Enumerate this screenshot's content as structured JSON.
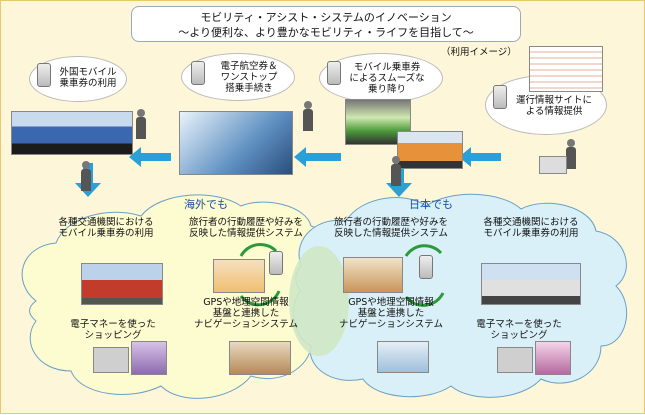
{
  "title": "モビリティ・アシスト・システムのイノベーション\n～より便利な、より豊かなモビリティ・ライフを目指して～",
  "usage_image_label": "（利用イメージ）",
  "flow_bubbles": {
    "overseas_mobile_ticket": "外国モバイル\n乗車券の利用",
    "e_ticket_one_stop": "電子航空券＆\nワンストップ\n搭乗手続き",
    "mobile_ticket_smooth": "モバイル乗車券\nによるスムーズな\n乗り降り",
    "operation_info_site": "運行情報サイトに\nよる情報提供"
  },
  "clouds": {
    "overseas": {
      "label": "海外でも",
      "transit_mobile_ticket": "各種交通機関における\nモバイル乗車券の利用",
      "history_info_system": "旅行者の行動履歴や好みを\n反映した情報提供システム",
      "gps_navigation": "GPSや地理空間情報\n基盤と連携した\nナビゲーションシステム",
      "emoney_shopping": "電子マネーを使った\nショッピング"
    },
    "japan": {
      "label": "日本でも",
      "history_info_system": "旅行者の行動履歴や好みを\n反映した情報提供システム",
      "transit_mobile_ticket": "各種交通機関における\nモバイル乗車券の利用",
      "gps_navigation": "GPSや地理空間情報\n基盤と連携した\nナビゲーションシステム",
      "emoney_shopping": "電子マネーを使った\nショッピング"
    }
  },
  "colors": {
    "frame_bg": "#fdf6d8",
    "cloud_yellow": "#fdfbd0",
    "cloud_blue": "#d9f0f8",
    "overlap_green": "#cfe8c4",
    "arrow": "#2aa0d8",
    "cloud_label": "#1a4fa0"
  }
}
